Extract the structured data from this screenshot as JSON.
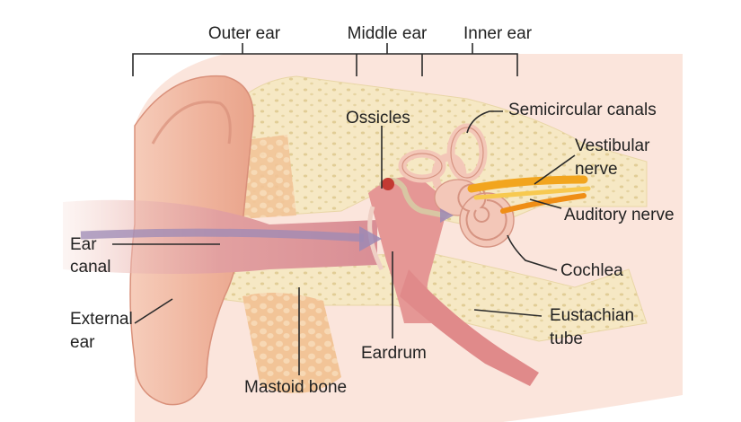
{
  "sections": {
    "outer": "Outer ear",
    "middle": "Middle ear",
    "inner": "Inner ear"
  },
  "labels": {
    "ossicles": "Ossicles",
    "semicircular": "Semicircular canals",
    "vestibular_line1": "Vestibular",
    "vestibular_line2": "nerve",
    "auditory": "Auditory nerve",
    "cochlea": "Cochlea",
    "ear_canal_line1": "Ear",
    "ear_canal_line2": "canal",
    "external_line1": "External",
    "external_line2": "ear",
    "eustachian_line1": "Eustachian",
    "eustachian_line2": "tube",
    "eardrum": "Eardrum",
    "mastoid": "Mastoid bone"
  },
  "colors": {
    "skin": "#f0b8a2",
    "skin_dark": "#d98b72",
    "bone": "#f5e6bf",
    "bone_pore": "#e2cf98",
    "canal": "#e6a2a0",
    "arrow": "#9c8ab5",
    "nerve": "#f2a51e",
    "cochlea": "#f3c7b8"
  }
}
